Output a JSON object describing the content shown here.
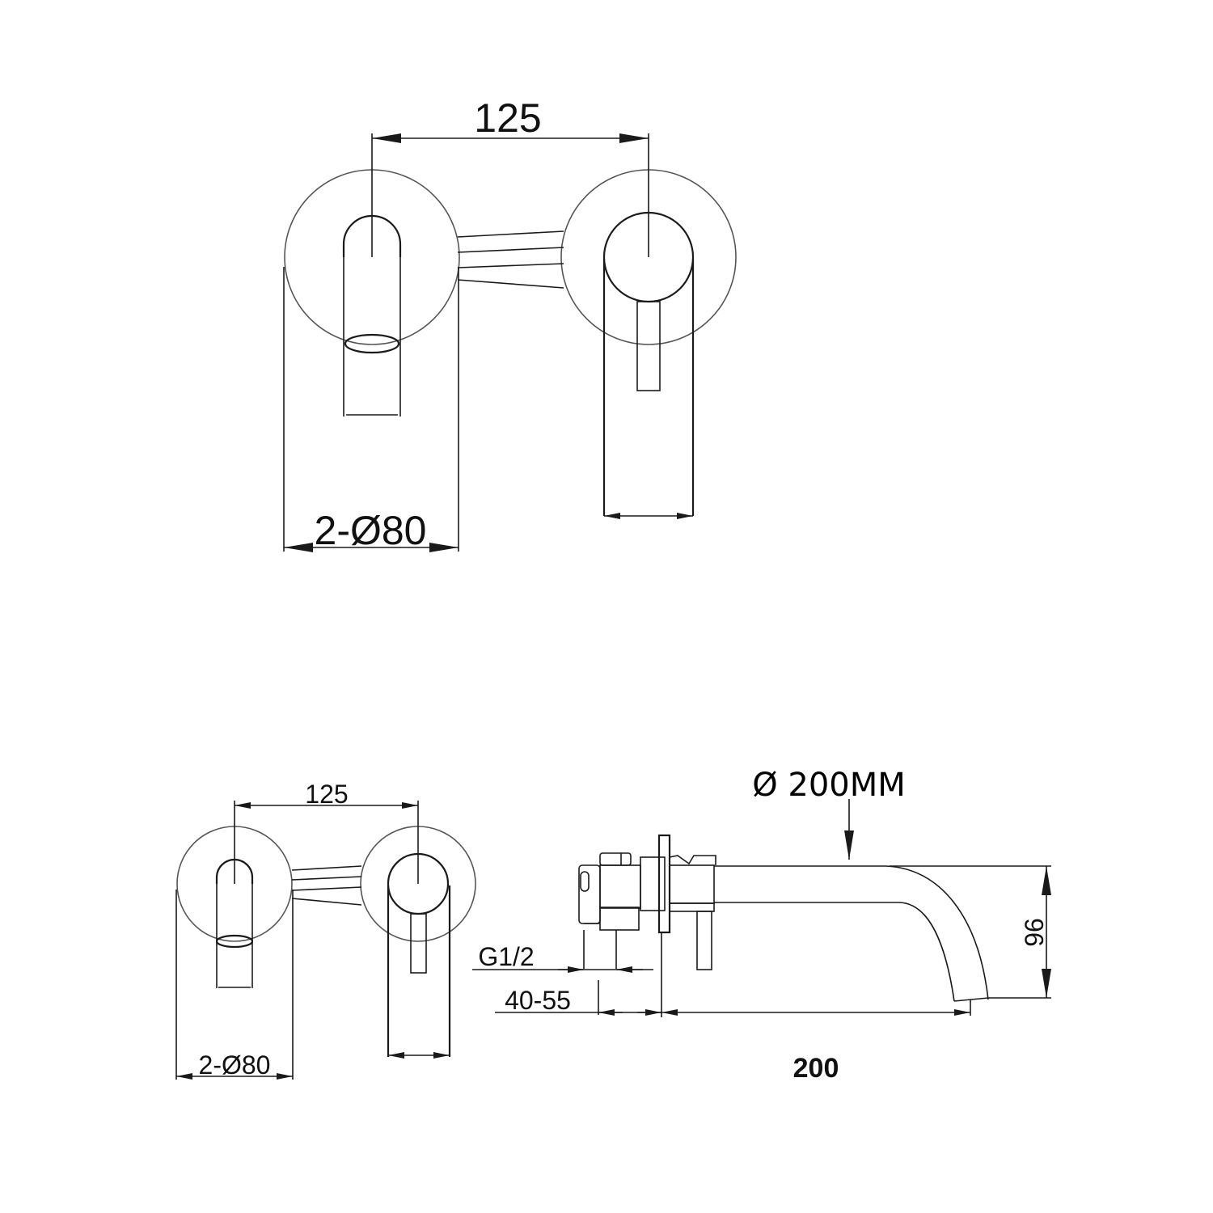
{
  "drawing": {
    "title": "Wall-mounted basin mixer technical drawing",
    "line_color": "#1a1a1a",
    "background": "#ffffff"
  },
  "front_view_large": {
    "center_distance_label": "125",
    "plate_diameter_label": "2-Ø80"
  },
  "front_view_small": {
    "center_distance_label": "125",
    "plate_diameter_label": "2-Ø80"
  },
  "side_view": {
    "spout_diameter_label": "Ø 200MM",
    "spout_height_label": "96",
    "thread_label": "G1/2",
    "wall_depth_label": "40-55",
    "spout_length_label": "200"
  }
}
